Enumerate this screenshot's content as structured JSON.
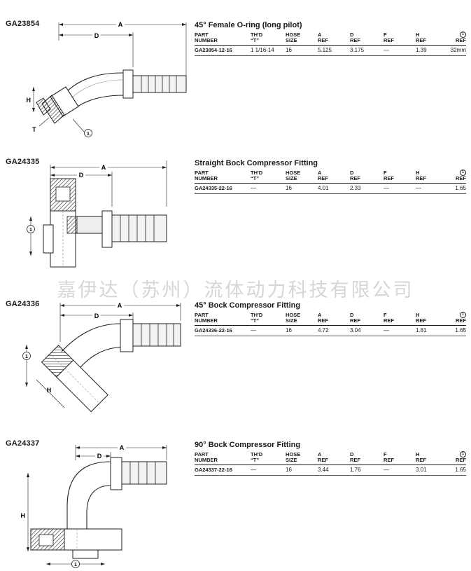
{
  "watermark": "嘉伊达（苏州）流体动力科技有限公司",
  "columns": {
    "part": [
      "PART",
      "NUMBER"
    ],
    "thd": [
      "TH'D",
      "“T”"
    ],
    "hose": [
      "HOSE",
      "SIZE"
    ],
    "a": [
      "A",
      "REF"
    ],
    "d": [
      "D",
      "REF"
    ],
    "f": [
      "F",
      "REF"
    ],
    "h": [
      "H",
      "REF"
    ],
    "c": [
      "1",
      "REF"
    ]
  },
  "sections": [
    {
      "id": "GA23854",
      "title": "45° Female O-ring (long pilot)",
      "labels": {
        "a": "A",
        "d": "D",
        "h": "H",
        "t": "T",
        "callout": "1"
      },
      "row": {
        "part": "GA23854-12-16",
        "thd": "1 1/16-14",
        "hose": "16",
        "a": "5.125",
        "d": "3.175",
        "f": "—",
        "h": "1.39",
        "c": "32mm"
      }
    },
    {
      "id": "GA24335",
      "title": "Straight Bock Compressor Fitting",
      "labels": {
        "a": "A",
        "d": "D",
        "callout": "1"
      },
      "row": {
        "part": "GA24335-22-16",
        "thd": "—",
        "hose": "16",
        "a": "4.01",
        "d": "2.33",
        "f": "—",
        "h": "—",
        "c": "1.65"
      }
    },
    {
      "id": "GA24336",
      "title": "45° Bock Compressor Fitting",
      "labels": {
        "a": "A",
        "d": "D",
        "h": "H",
        "callout": "1"
      },
      "row": {
        "part": "GA24336-22-16",
        "thd": "—",
        "hose": "16",
        "a": "4.72",
        "d": "3.04",
        "f": "—",
        "h": "1.81",
        "c": "1.65"
      }
    },
    {
      "id": "GA24337",
      "title": "90° Bock Compressor Fitting",
      "labels": {
        "a": "A",
        "d": "D",
        "h": "H",
        "callout": "1"
      },
      "row": {
        "part": "GA24337-22-16",
        "thd": "—",
        "hose": "16",
        "a": "3.44",
        "d": "1.76",
        "f": "—",
        "h": "3.01",
        "c": "1.65"
      }
    }
  ]
}
